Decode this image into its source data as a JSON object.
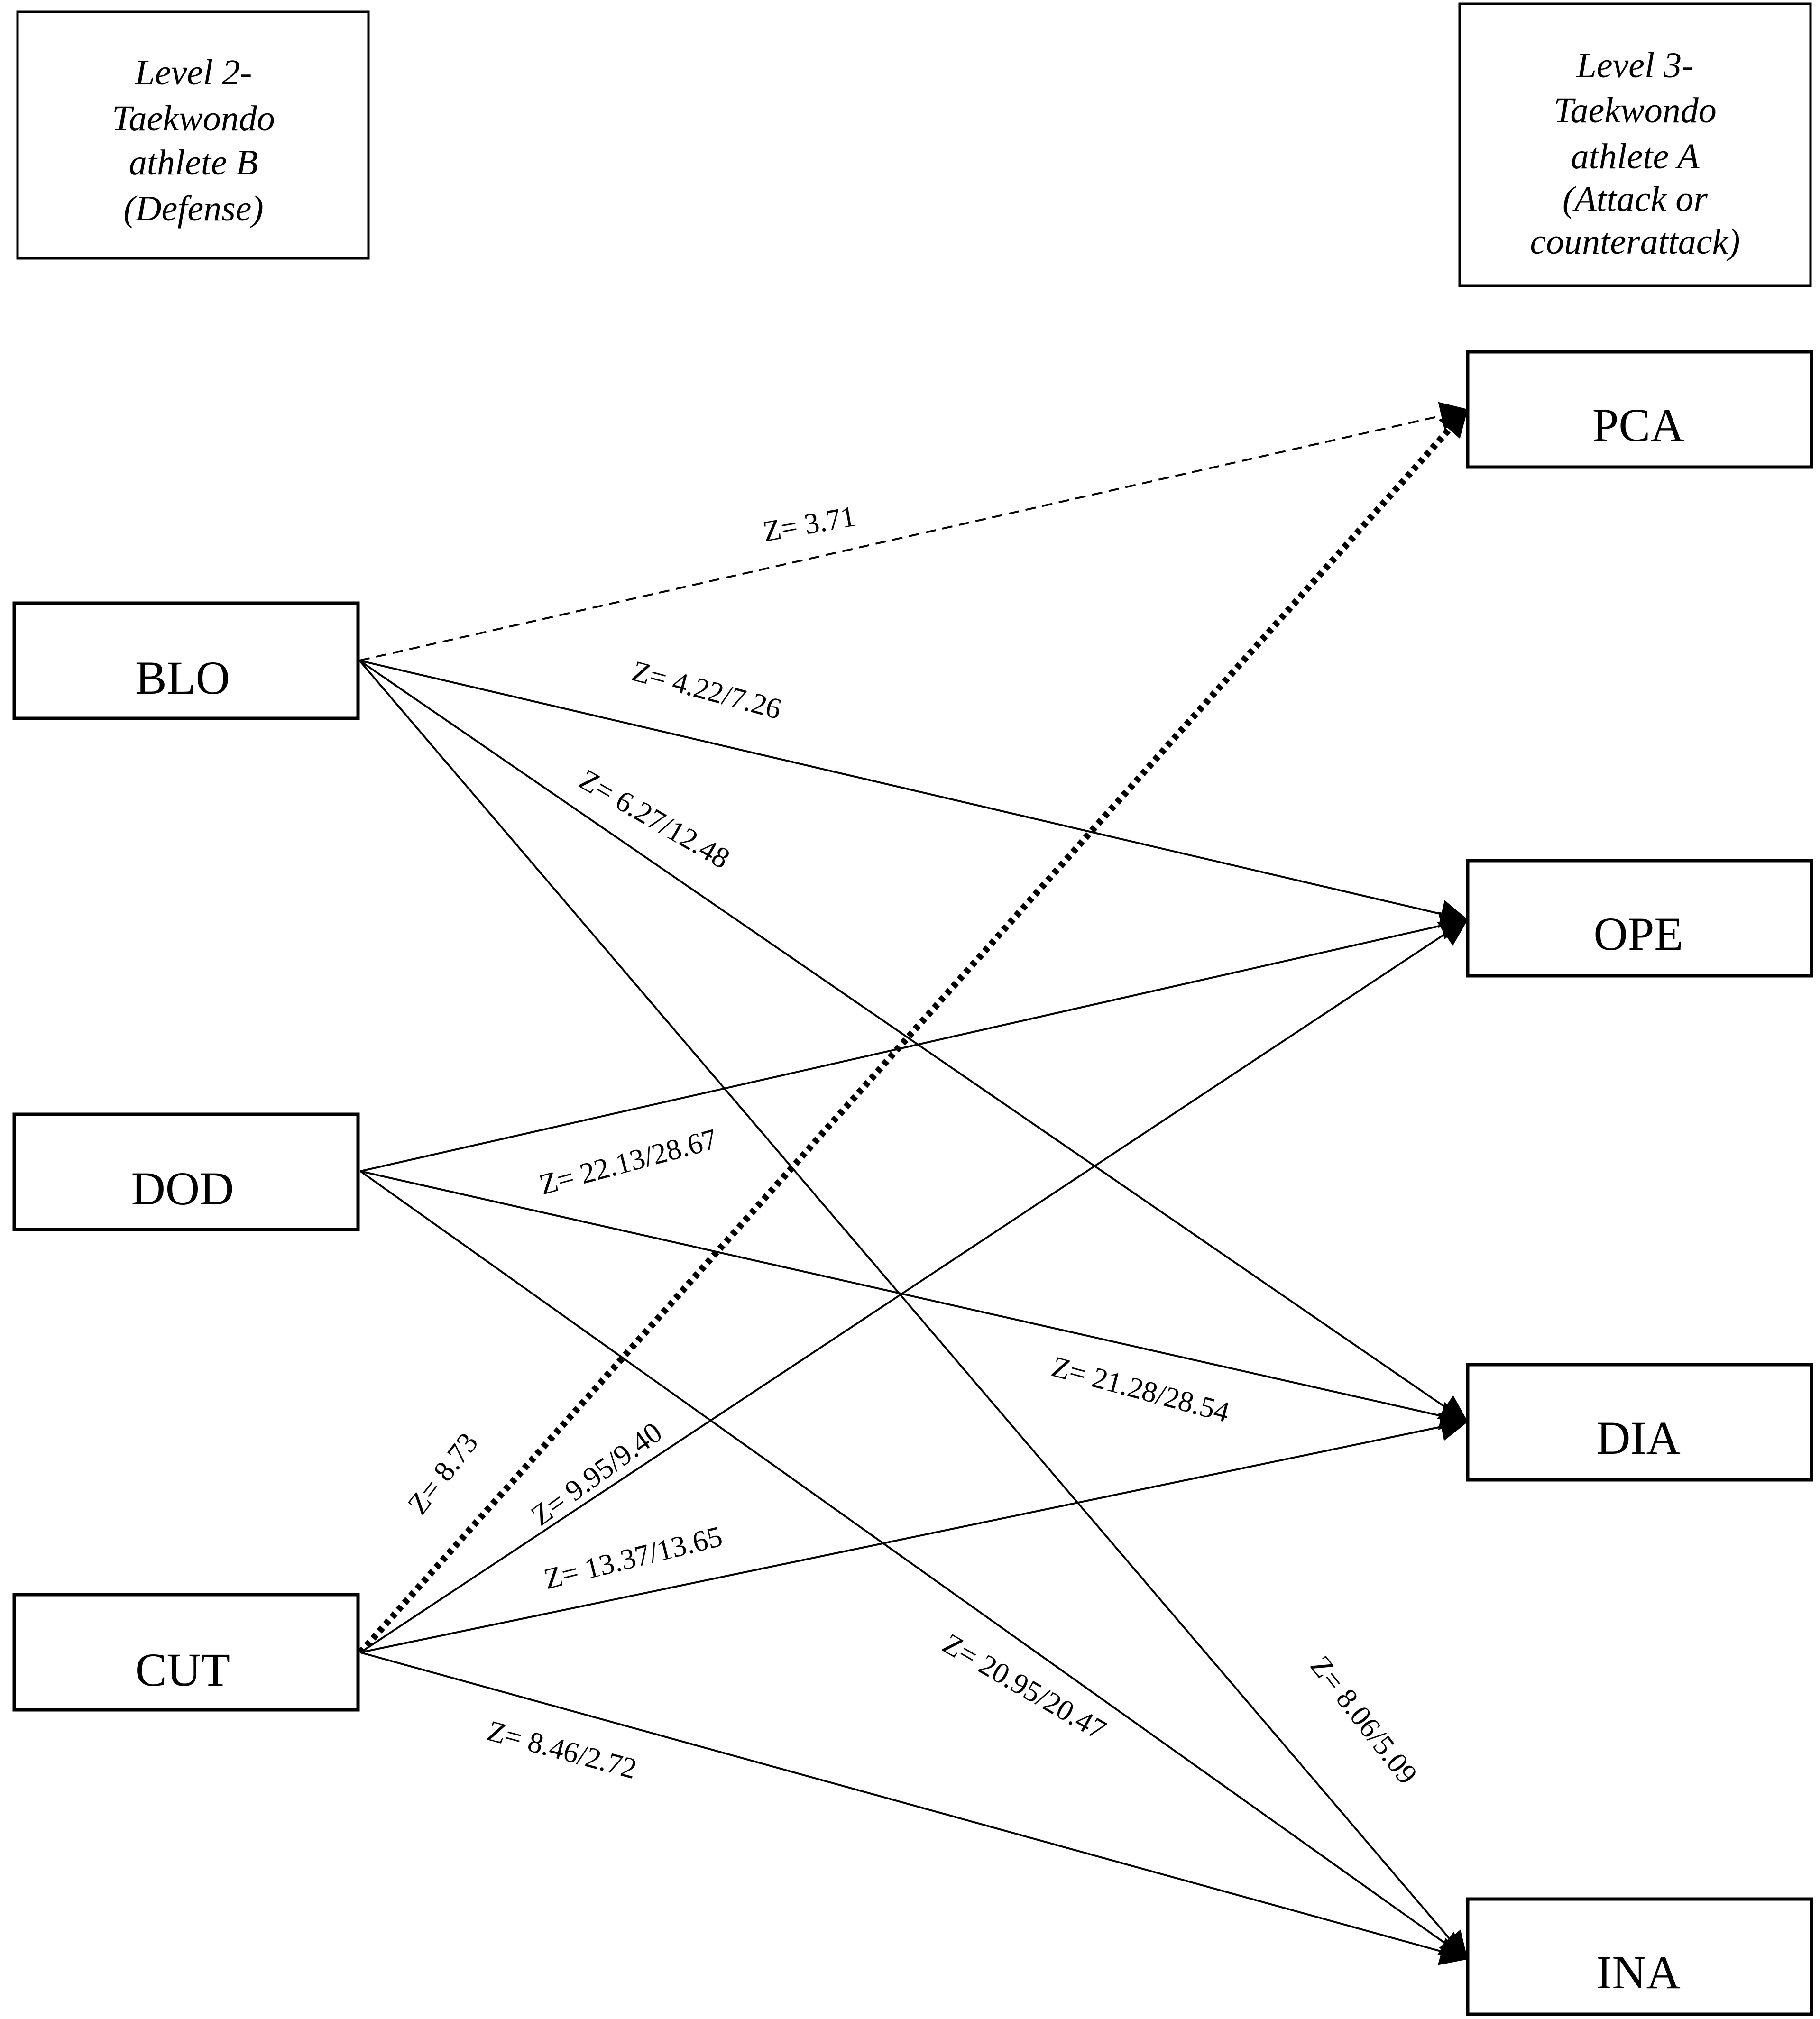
{
  "levels": {
    "left": [
      "Level 2-",
      "Taekwondo",
      "athlete B",
      "(Defense)"
    ],
    "right": [
      "Level 3-",
      "Taekwondo",
      "athlete A",
      "(Attack or",
      "counterattack)"
    ]
  },
  "nodes": {
    "BLO": "BLO",
    "DOD": "DOD",
    "CUT": "CUT",
    "PCA": "PCA",
    "OPE": "OPE",
    "DIA": "DIA",
    "INA": "INA"
  },
  "edges": [
    {
      "id": "blo-pca",
      "from": "BLO",
      "to": "PCA",
      "style": "dashed",
      "label": "Z= 3.71"
    },
    {
      "id": "blo-ope",
      "from": "BLO",
      "to": "OPE",
      "style": "solid",
      "label": "Z= 4.22/7.26"
    },
    {
      "id": "blo-dia",
      "from": "BLO",
      "to": "DIA",
      "style": "solid",
      "label": "Z= 6.27/12.48"
    },
    {
      "id": "blo-ina",
      "from": "BLO",
      "to": "INA",
      "style": "solid",
      "label": "Z= 8.06/5.09"
    },
    {
      "id": "dod-ope",
      "from": "DOD",
      "to": "OPE",
      "style": "solid",
      "label": "Z= 22.13/28.67"
    },
    {
      "id": "dod-dia",
      "from": "DOD",
      "to": "DIA",
      "style": "solid",
      "label": "Z= 21.28/28.54"
    },
    {
      "id": "dod-ina",
      "from": "DOD",
      "to": "INA",
      "style": "solid",
      "label": "Z= 20.95/20.47"
    },
    {
      "id": "cut-pca",
      "from": "CUT",
      "to": "PCA",
      "style": "dotted",
      "label": "Z= 8.73"
    },
    {
      "id": "cut-ope",
      "from": "CUT",
      "to": "OPE",
      "style": "solid",
      "label": "Z= 9.95/9.40"
    },
    {
      "id": "cut-dia",
      "from": "CUT",
      "to": "DIA",
      "style": "solid",
      "label": "Z= 13.37/13.65"
    },
    {
      "id": "cut-ina",
      "from": "CUT",
      "to": "INA",
      "style": "solid",
      "label": "Z= 8.46/2.72"
    }
  ]
}
